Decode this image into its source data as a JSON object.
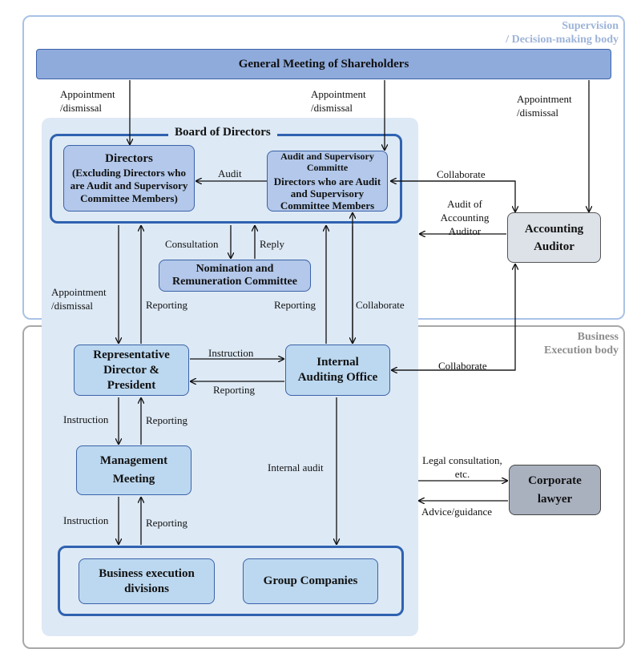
{
  "zones": {
    "supervision": "Supervision\n/ Decision-making body",
    "execution": "Business\nExecution body"
  },
  "boxes": {
    "shareholders": "General Meeting of Shareholders",
    "board": "Board of Directors",
    "directors_title": "Directors",
    "directors_sub": "(Excluding Directors who are Audit and Supervisory Committee Members)",
    "audit_committee_title": "Audit and Supervisory Committe",
    "audit_committee_sub": "Directors who are Audit and Supervisory Committee Members",
    "nomination": "Nomination and Remuneration Committee",
    "accounting_auditor": "Accounting Auditor",
    "president": "Representative Director & President",
    "internal_audit_office": "Internal Auditing Office",
    "management_meeting": "Management Meeting",
    "corporate_lawyer": "Corporate lawyer",
    "business_divisions": "Business execution divisions",
    "group_companies": "Group Companies"
  },
  "labels": {
    "appt1": "Appointment\n/dismissal",
    "appt2": "Appointment\n/dismissal",
    "appt3": "Appointment\n/dismissal",
    "audit": "Audit",
    "collaborate_top": "Collaborate",
    "audit_of_accounting": "Audit of\nAccounting\nAuditor",
    "consultation": "Consultation",
    "reply": "Reply",
    "appt_board": "Appointment\n/dismissal",
    "reporting_board": "Reporting",
    "reporting_iao": "Reporting",
    "collaborate_iao": "Collaborate",
    "instruction_iao": "Instruction",
    "reporting_pres": "Reporting",
    "collaborate_acc": "Collaborate",
    "instruction_mm": "Instruction",
    "reporting_mm": "Reporting",
    "internal_audit": "Internal audit",
    "legal": "Legal consultation,\netc.",
    "advice": "Advice/guidance",
    "instruction_bd": "Instruction",
    "reporting_bd": "Reporting"
  },
  "colors": {
    "supervision_border": "#a9c2e6",
    "execution_border": "#a8a8a8",
    "panel_fill": "#dde9f5",
    "board_border": "#2f62b0",
    "dark_box": "#8fabdc",
    "mid_box": "#b3c8ea",
    "light_box": "#bcd8f0",
    "gray_box": "#dde2e8",
    "dark_gray_box": "#a9b1bf"
  }
}
